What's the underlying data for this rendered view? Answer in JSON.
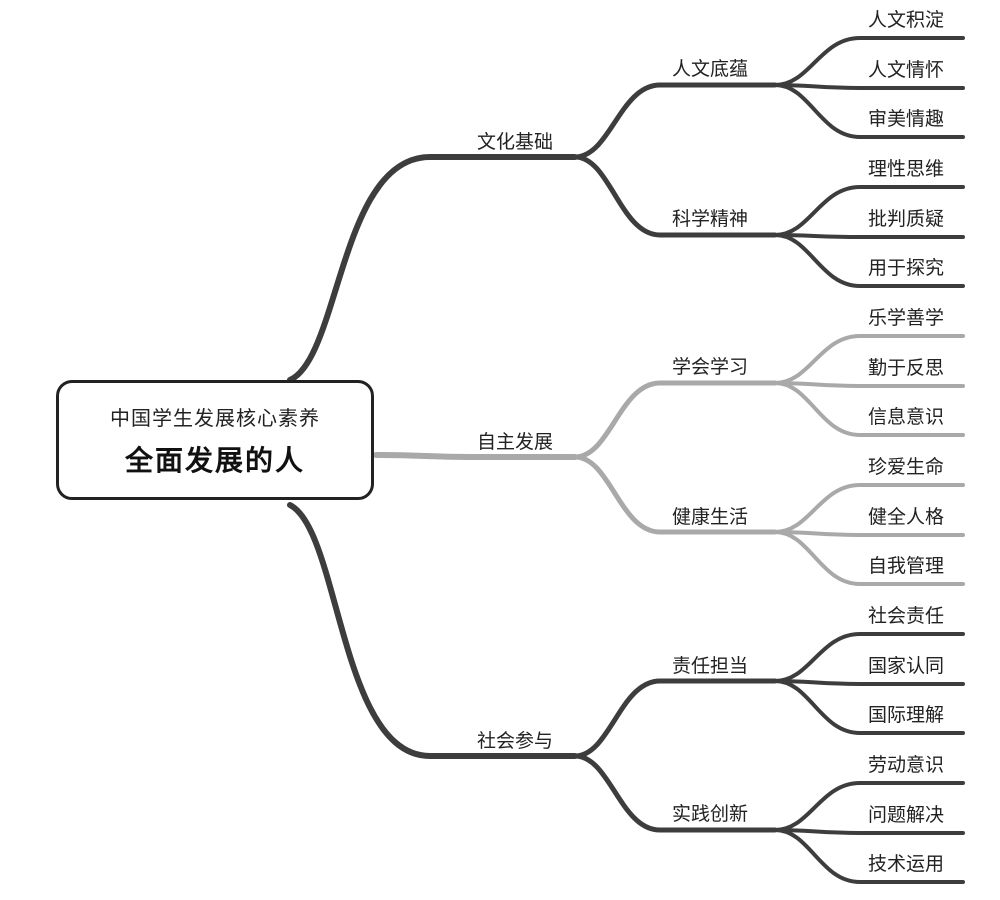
{
  "root": {
    "subtitle": "中国学生发展核心素养",
    "title": "全面发展的人"
  },
  "colors": {
    "dark_branch": "#3d3d3d",
    "light_branch": "#a9a9a9",
    "text": "#222222"
  },
  "branches": [
    {
      "label": "文化基础",
      "tone": "dark",
      "children": [
        {
          "label": "人文底蕴",
          "leaves": [
            "人文积淀",
            "人文情怀",
            "审美情趣"
          ]
        },
        {
          "label": "科学精神",
          "leaves": [
            "理性思维",
            "批判质疑",
            "用于探究"
          ]
        }
      ]
    },
    {
      "label": "自主发展",
      "tone": "light",
      "children": [
        {
          "label": "学会学习",
          "leaves": [
            "乐学善学",
            "勤于反思",
            "信息意识"
          ]
        },
        {
          "label": "健康生活",
          "leaves": [
            "珍爱生命",
            "健全人格",
            "自我管理"
          ]
        }
      ]
    },
    {
      "label": "社会参与",
      "tone": "dark",
      "children": [
        {
          "label": "责任担当",
          "leaves": [
            "社会责任",
            "国家认同",
            "国际理解"
          ]
        },
        {
          "label": "实践创新",
          "leaves": [
            "劳动意识",
            "问题解决",
            "技术运用"
          ]
        }
      ]
    }
  ]
}
